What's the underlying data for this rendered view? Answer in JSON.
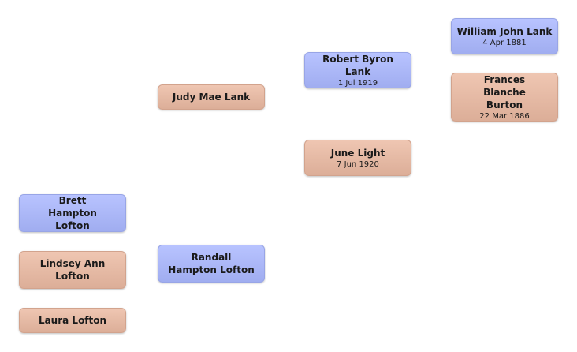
{
  "colors": {
    "male": "#a8b4f8",
    "female": "#e4b8a2"
  },
  "people": {
    "judy": {
      "name": "Judy Mae  Lank",
      "date": ""
    },
    "randall": {
      "name": "Randall Hampton Lofton",
      "date": ""
    },
    "brett": {
      "name": "Brett Hampton Lofton",
      "date": ""
    },
    "lindsey": {
      "name": "Lindsey Ann Lofton",
      "date": ""
    },
    "laura": {
      "name": "Laura  Lofton",
      "date": ""
    },
    "robert": {
      "name": "Robert Byron  Lank",
      "date": "1 Jul 1919"
    },
    "june": {
      "name": "June  Light",
      "date": "7 Jun 1920"
    },
    "william": {
      "name": "William John  Lank",
      "date": "4 Apr 1881"
    },
    "frances": {
      "name": "Frances Blanche Burton",
      "date": "22 Mar 1886"
    }
  }
}
